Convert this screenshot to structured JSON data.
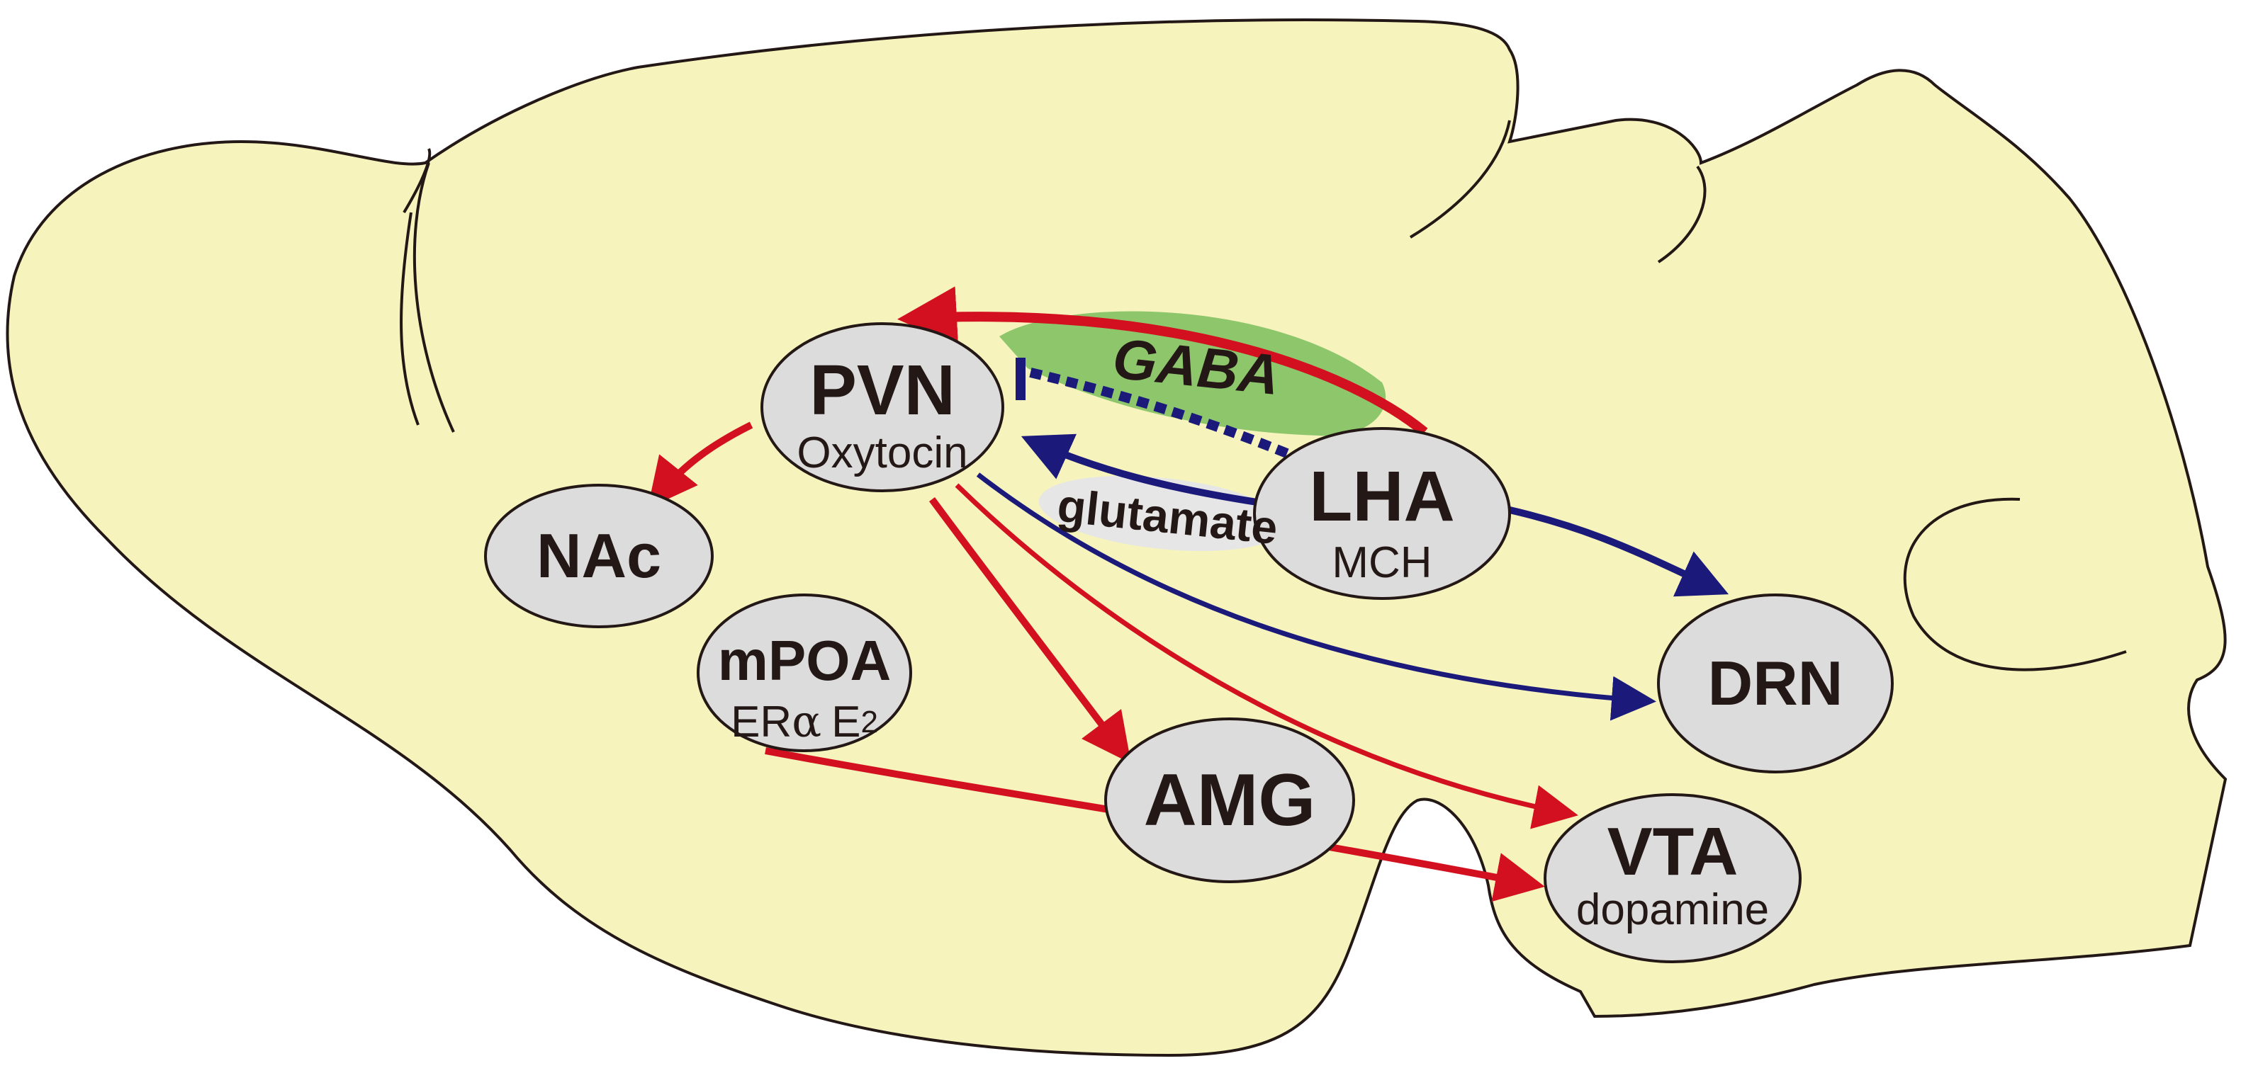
{
  "colors": {
    "brain_fill": "#f6f4bc",
    "outline": "#231815",
    "node_fill": "#dcdcdc",
    "excitatory_arrow": "#d3101f",
    "inhibitory_arrow": "#1b1a7a",
    "gaba_zone": "#8ec66c",
    "glutamate_zone": "#e6e6e6"
  },
  "nodes": {
    "pvn": {
      "name": "PVN",
      "sub": "Oxytocin"
    },
    "nac": {
      "name": "NAc"
    },
    "mpoa": {
      "name": "mPOA",
      "sub_a": "ER",
      "sub_alpha": "α",
      "sub_b": "E",
      "sub_sup": "2"
    },
    "lha": {
      "name": "LHA",
      "sub": "MCH"
    },
    "drn": {
      "name": "DRN"
    },
    "amg": {
      "name": "AMG"
    },
    "vta": {
      "name": "VTA",
      "sub": "dopamine"
    }
  },
  "pathway_labels": {
    "gaba": "GABA",
    "glutamate": "glutamate"
  }
}
